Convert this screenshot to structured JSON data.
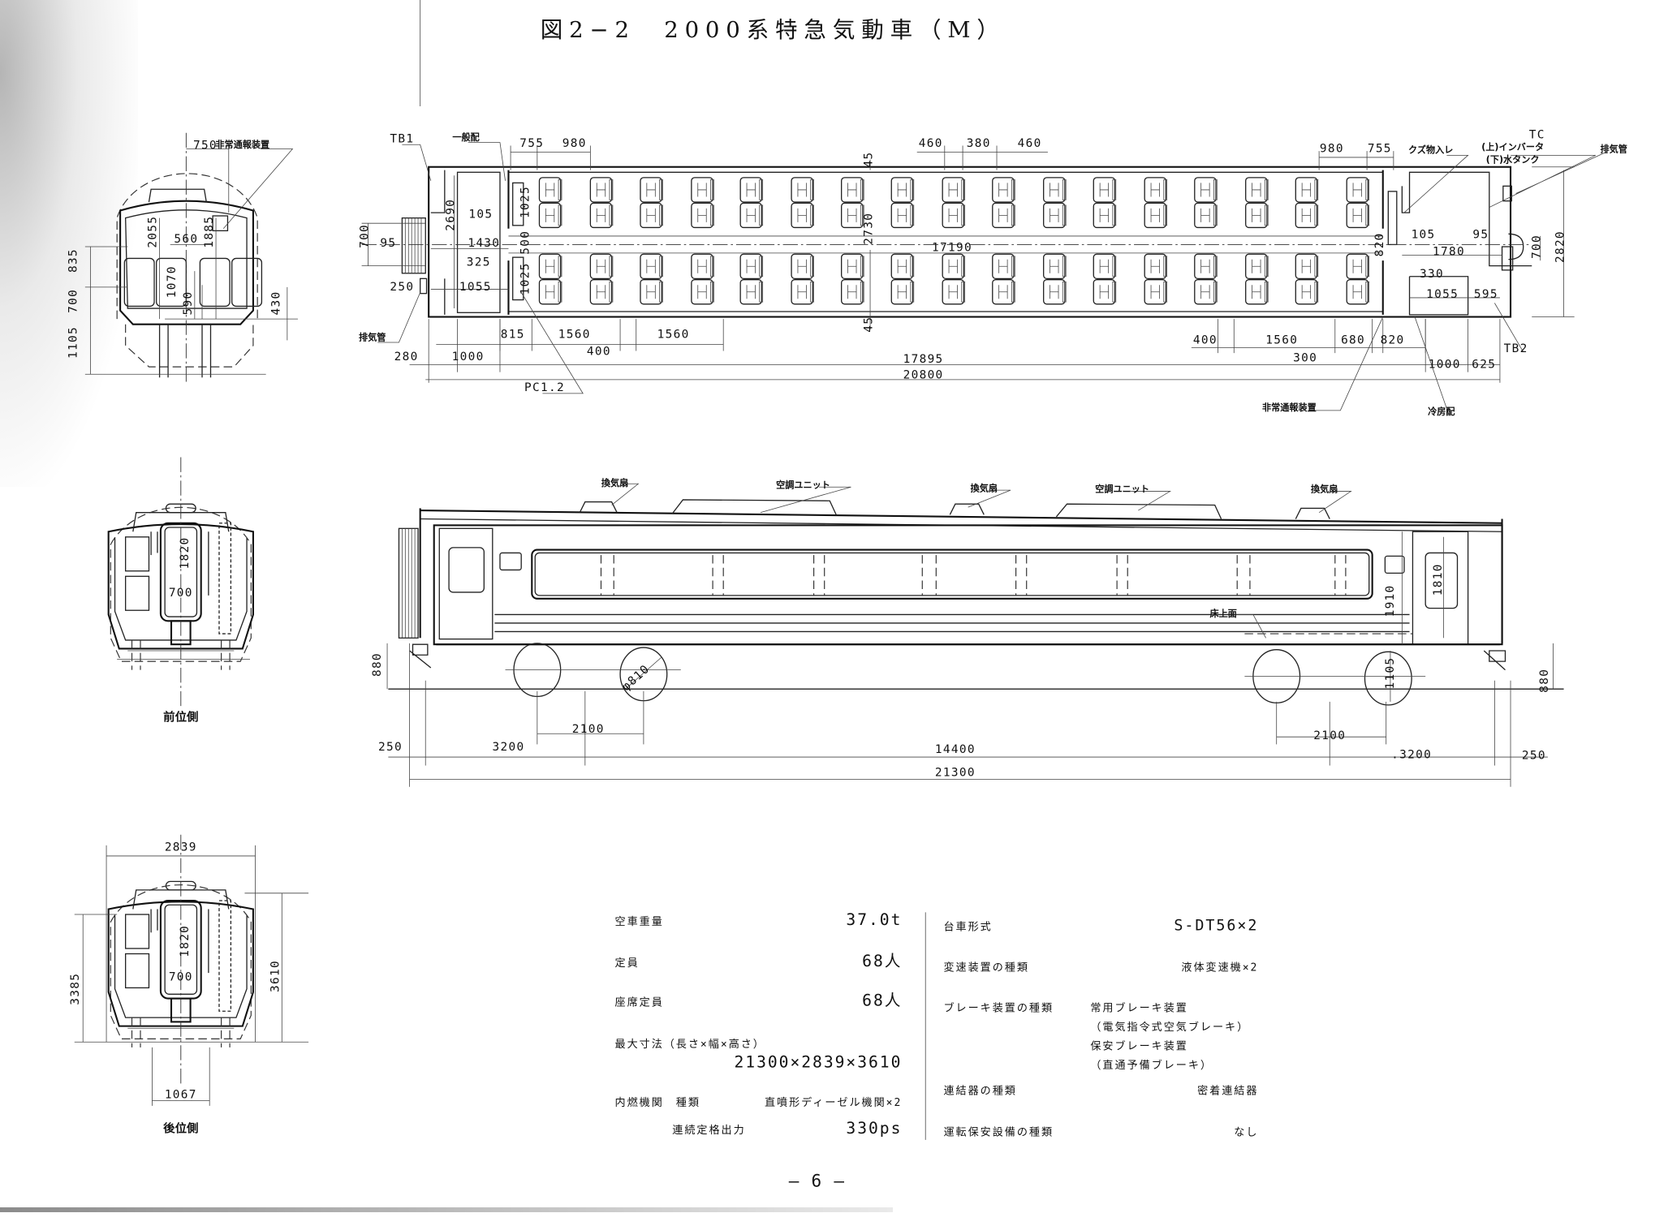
{
  "title": "図2−2　2000系特急気動車（M）",
  "page_number": "— 6 —",
  "plan_view": {
    "labels": {
      "tb1": "TB1",
      "ippanhai": "一般配",
      "kuzu": "クズ物入レ",
      "tc": "TC",
      "tc_upper": "(上)インバータ",
      "tc_lower": "(下)水タンク",
      "exhaust_right": "排気管",
      "exhaust_left": "排気管",
      "pc": "PC1.2",
      "tb2": "TB2",
      "emergency": "非常通報装置",
      "reibo": "冷房配"
    },
    "dims": [
      "755",
      "980",
      "460",
      "380",
      "460",
      "980",
      "755",
      "45",
      "2730",
      "45",
      "17190",
      "2690",
      "105",
      "1025",
      "500",
      "1025",
      "1430",
      "325",
      "95",
      "700",
      "250",
      "1055",
      "815",
      "1560",
      "1560",
      "400",
      "280",
      "1000",
      "17895",
      "20800",
      "105",
      "95",
      "1780",
      "820",
      "700",
      "2820",
      "330",
      "1055",
      "595",
      "400",
      "1560",
      "300",
      "680",
      "820",
      "1000",
      "625"
    ],
    "seat_count": 68
  },
  "side_view": {
    "labels": {
      "vent": "換気扇",
      "ac_unit": "空調ユニット",
      "floor": "床上面"
    },
    "dims": [
      "1910",
      "1810",
      "880",
      "880",
      "φ810",
      "1105",
      "2100",
      "2100",
      "250",
      "3200",
      "14400",
      ".3200",
      "250",
      "21300"
    ]
  },
  "section_view": {
    "label_emergency": "非常通報装置",
    "dims": [
      "750",
      "2055",
      "560",
      "1885",
      "835",
      "1070",
      "700",
      "590",
      "430",
      "1105"
    ]
  },
  "front_end": {
    "caption": "前位側",
    "dims": [
      "1820",
      "700"
    ]
  },
  "rear_end": {
    "caption": "後位側",
    "dims": [
      "2839",
      "3385",
      "3610",
      "1820",
      "700",
      "1067"
    ]
  },
  "specs": {
    "left": [
      {
        "label": "空車重量",
        "value": "37.0t"
      },
      {
        "label": "定員",
        "value": "68人"
      },
      {
        "label": "座席定員",
        "value": "68人"
      },
      {
        "label": "最大寸法（長さ×幅×高さ）",
        "value": "21300×2839×3610"
      },
      {
        "label": "内燃機関　種類",
        "value": "直噴形ディーゼル機関×2"
      },
      {
        "label": "連続定格出力",
        "value": "330ps"
      }
    ],
    "right": [
      {
        "label": "台車形式",
        "value": "S-DT56×2"
      },
      {
        "label": "変速装置の種類",
        "value": "液体変速機×2"
      },
      {
        "label": "ブレーキ装置の種類",
        "lines": [
          "常用ブレーキ装置",
          "（電気指令式空気ブレーキ）",
          "保安ブレーキ装置",
          "（直通予備ブレーキ）"
        ]
      },
      {
        "label": "連結器の種類",
        "value": "密着連結器"
      },
      {
        "label": "運転保安設備の種類",
        "value": "なし"
      }
    ]
  }
}
